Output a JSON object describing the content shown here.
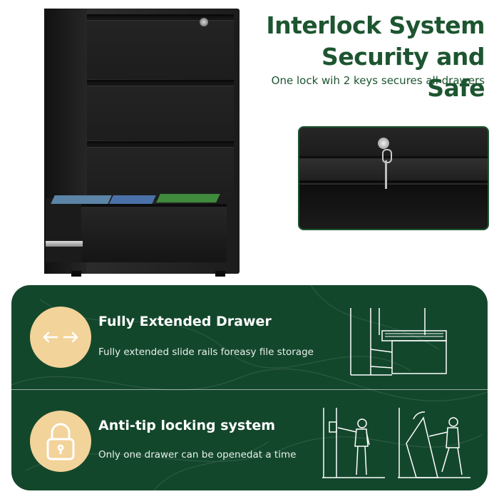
{
  "headline": {
    "line1": "Interlock System",
    "line2": "Security and Safe",
    "subtitle": "One lock wih 2 keys secures all drawers"
  },
  "features": [
    {
      "title": "Fully Extended Drawer",
      "description": "Fully extended slide rails foreasy file storage",
      "icon": "arrows-left-right-icon"
    },
    {
      "title": "Anti-tip locking system",
      "description": "Only one drawer can be openedat a time",
      "icon": "padlock-icon"
    }
  ],
  "colors": {
    "brand_green": "#1d5530",
    "panel_green": "#13472c",
    "icon_circle": "#f2d39a",
    "cabinet_black": "#1c1c1c"
  }
}
